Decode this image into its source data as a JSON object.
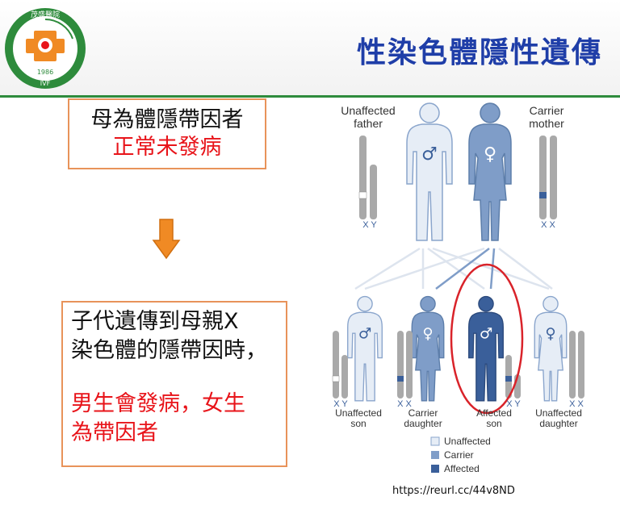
{
  "title": "性染色體隱性遺傳",
  "logo": {
    "name": "茂盛醫院",
    "year": "1986",
    "tag": "IVF"
  },
  "box_top": {
    "line1": "母為體隱帶因者",
    "line2": "正常未發病"
  },
  "box_bottom": {
    "line1": "子代遺傳到母親X",
    "line2": "染色體的隱帶因時，",
    "line3": "男生會發病，女生",
    "line4": "為帶因者"
  },
  "parents": {
    "father_l1": "Unaffected",
    "father_l2": "father",
    "mother_l1": "Carrier",
    "mother_l2": "mother",
    "father_chrom": "X Y",
    "mother_chrom": "X X"
  },
  "children": [
    {
      "l1": "Unaffected",
      "l2": "son",
      "chrom": "X Y"
    },
    {
      "l1": "Carrier",
      "l2": "daughter",
      "chrom": "X X"
    },
    {
      "l1": "Affected",
      "l2": "son",
      "chrom": "X Y"
    },
    {
      "l1": "Unaffected",
      "l2": "daughter",
      "chrom": "X X"
    }
  ],
  "legend": {
    "unaffected": "Unaffected",
    "carrier": "Carrier",
    "affected": "Affected"
  },
  "colors": {
    "title": "#1f3ea8",
    "accent_red": "#e8141a",
    "box_border": "#e8935a",
    "affected": "#3a5f9a",
    "carrier": "#7f9dc8",
    "unaffected": "#e6edf6"
  },
  "url": "https://reurl.cc/44v8ND"
}
